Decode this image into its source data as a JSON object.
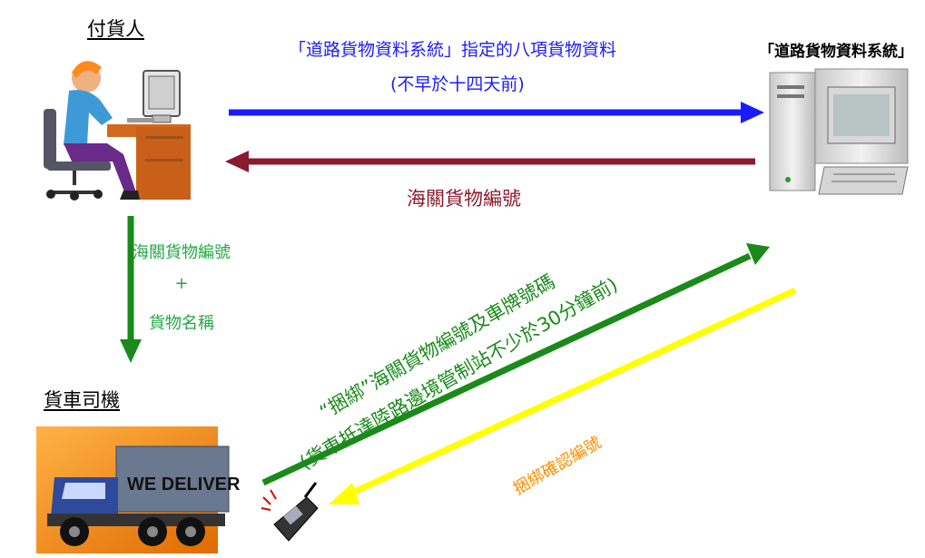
{
  "shipper": {
    "label": "付貨人"
  },
  "driver": {
    "label": "貨車司機"
  },
  "system": {
    "label": "「道路貨物資料系統」"
  },
  "truck": {
    "text": "WE DELIVER"
  },
  "flows": {
    "blue_line1": "「道路貨物資料系統」指定的八項貨物資料",
    "blue_line2": "(不早於十四天前)",
    "maroon": "海關貨物編號",
    "green_1": "海關貨物編號",
    "green_plus": "+",
    "green_2": "貨物名稱",
    "diag_line1": "“捆綁”海關貨物編號及車牌號碼",
    "diag_line2": "(貨車抵達陸路邊境管制站不少於30分鐘前)",
    "yellow": "捆綁確認編號"
  },
  "colors": {
    "blue_arrow": "#1a1aff",
    "maroon_arrow": "#8b1a2c",
    "green_arrow": "#1a8a1a",
    "yellow_arrow": "#ffff00",
    "orange_text": "#ff8c00"
  }
}
